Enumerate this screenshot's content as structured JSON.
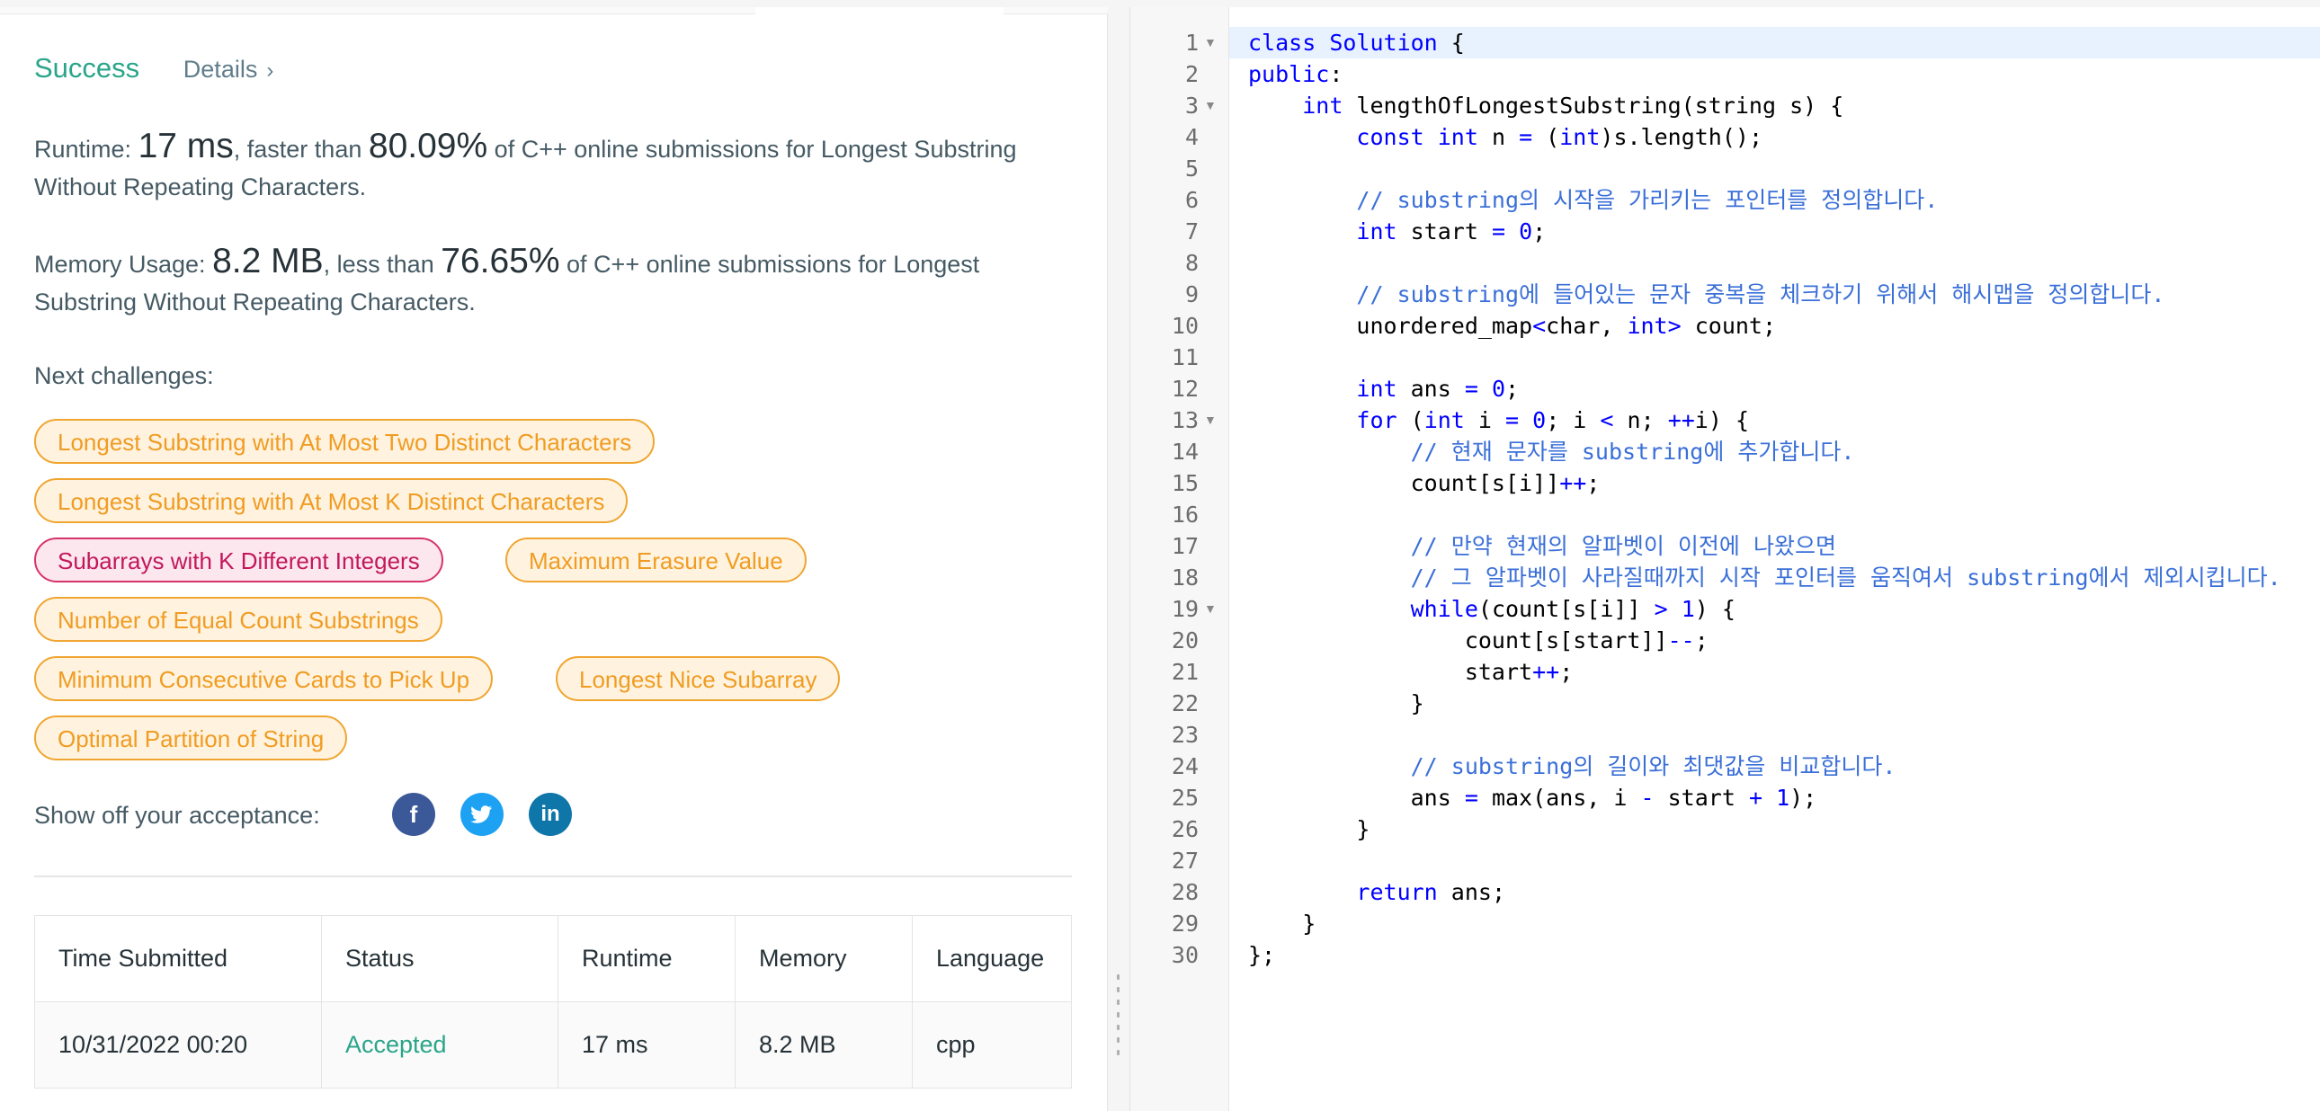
{
  "result": {
    "status": "Success",
    "details_label": "Details",
    "runtime": {
      "label": "Runtime:",
      "value": "17 ms",
      "middle": ", faster than",
      "percent": "80.09%",
      "suffix": "of C++ online submissions for Longest Substring Without Repeating Characters."
    },
    "memory": {
      "label": "Memory Usage:",
      "value": "8.2 MB",
      "middle": ", less than",
      "percent": "76.65%",
      "suffix": "of C++ online submissions for Longest Substring Without Repeating Characters."
    },
    "next_label": "Next challenges:",
    "challenges": [
      {
        "label": "Longest Substring with At Most Two Distinct Characters",
        "difficulty": "medium"
      },
      {
        "label": "Longest Substring with At Most K Distinct Characters",
        "difficulty": "medium"
      },
      {
        "label": "Subarrays with K Different Integers",
        "difficulty": "hard"
      },
      {
        "label": "Maximum Erasure Value",
        "difficulty": "medium"
      },
      {
        "label": "Number of Equal Count Substrings",
        "difficulty": "medium"
      },
      {
        "label": "Minimum Consecutive Cards to Pick Up",
        "difficulty": "medium"
      },
      {
        "label": "Longest Nice Subarray",
        "difficulty": "medium"
      },
      {
        "label": "Optimal Partition of String",
        "difficulty": "medium"
      }
    ],
    "share_label": "Show off your acceptance:",
    "social": [
      {
        "icon": "facebook-icon",
        "glyph": "f",
        "color": "#3b5998"
      },
      {
        "icon": "twitter-icon",
        "glyph": "t",
        "color": "#1da1f2"
      },
      {
        "icon": "linkedin-icon",
        "glyph": "in",
        "color": "#0e76a8"
      }
    ]
  },
  "table": {
    "headers": [
      "Time Submitted",
      "Status",
      "Runtime",
      "Memory",
      "Language"
    ],
    "rows": [
      [
        "10/31/2022 00:20",
        "Accepted",
        "17 ms",
        "8.2 MB",
        "cpp"
      ]
    ]
  },
  "colors": {
    "success": "#2aa58a",
    "medium": "#f09c22",
    "hard": "#c2185b",
    "keyword": "#0000ff",
    "comment": "#3a6fd8"
  },
  "editor": {
    "folded_lines": [
      1,
      3,
      13,
      19
    ],
    "lines": [
      "class Solution {",
      "public:",
      "    int lengthOfLongestSubstring(string s) {",
      "        const int n = (int)s.length();",
      "",
      "        // substring의 시작을 가리키는 포인터를 정의합니다.",
      "        int start = 0;",
      "",
      "        // substring에 들어있는 문자 중복을 체크하기 위해서 해시맵을 정의합니다.",
      "        unordered_map<char, int> count;",
      "",
      "        int ans = 0;",
      "        for (int i = 0; i < n; ++i) {",
      "            // 현재 문자를 substring에 추가합니다.",
      "            count[s[i]]++;",
      "",
      "            // 만약 현재의 알파벳이 이전에 나왔으면",
      "            // 그 알파벳이 사라질때까지 시작 포인터를 움직여서 substring에서 제외시킵니다.",
      "            while(count[s[i]] > 1) {",
      "                count[s[start]]--;",
      "                start++;",
      "            }",
      "",
      "            // substring의 길이와 최댓값을 비교합니다.",
      "            ans = max(ans, i - start + 1);",
      "        }",
      "",
      "        return ans;",
      "    }",
      "};"
    ]
  }
}
